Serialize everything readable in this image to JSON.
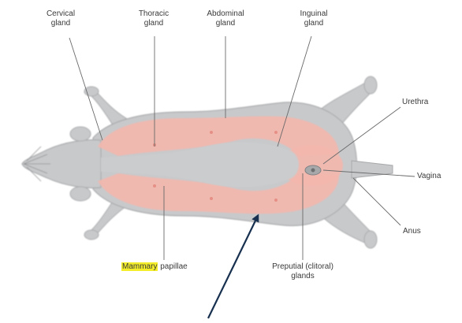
{
  "labels": {
    "cervical": [
      "Cervical",
      "gland"
    ],
    "thoracic": [
      "Thoracic",
      "gland"
    ],
    "abdominal": [
      "Abdominal",
      "gland"
    ],
    "inguinal": [
      "Inguinal",
      "gland"
    ],
    "urethra": "Urethra",
    "vagina": "Vagina",
    "anus": "Anus",
    "mammary_highlight": "Mammary",
    "mammary_rest": " papillae",
    "preputial": [
      "Preputial (clitoral)",
      "glands"
    ]
  },
  "colors": {
    "body": "#c8c9cb",
    "body_outline": "#a9aaac",
    "gland": "#f3b7ad",
    "highlight": "#f4ee2a",
    "arrow": "#17304f",
    "leader": "#6a6a6a"
  }
}
